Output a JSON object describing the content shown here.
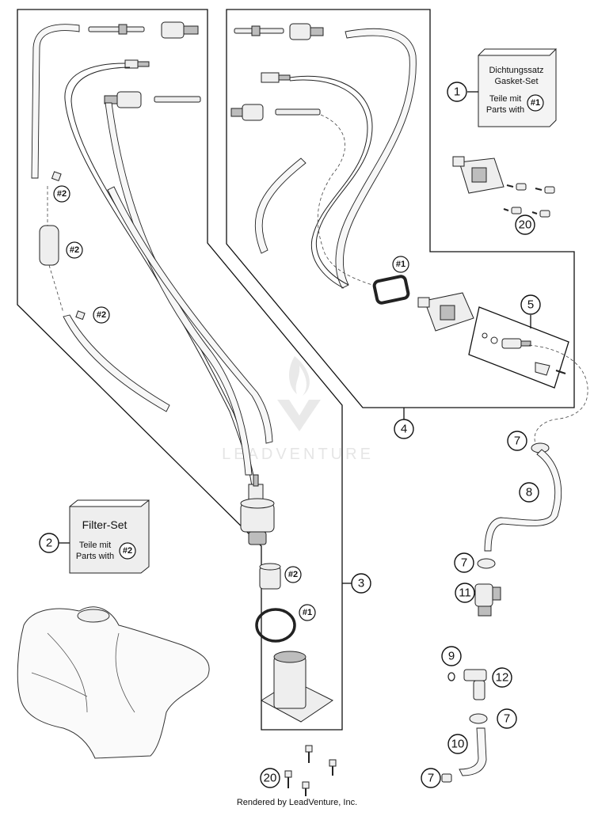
{
  "callouts": {
    "c1": "1",
    "c2": "2",
    "c3": "3",
    "c4": "4",
    "c5": "5",
    "c7a": "7",
    "c7b": "7",
    "c7c": "7",
    "c7d": "7",
    "c8": "8",
    "c9": "9",
    "c10": "10",
    "c11": "11",
    "c12": "12",
    "c20a": "20",
    "c20b": "20"
  },
  "refs": {
    "filter_hose_a": "#2",
    "filter_inline": "#2",
    "filter_hose_b": "#2",
    "pump_filter": "#2",
    "pump_seal": "#1",
    "gasket_top": "#1",
    "box1_ref": "#1",
    "box2_ref": "#2"
  },
  "gasket_set_box": {
    "line1": "Dichtungssatz",
    "line2": "Gasket-Set",
    "line3": "Teile mit",
    "line4": "Parts with"
  },
  "filter_set_box": {
    "title": "Filter-Set",
    "line1": "Teile mit",
    "line2": "Parts with"
  },
  "watermark": "LEADVENTURE",
  "footer": "Rendered by LeadVenture, Inc."
}
